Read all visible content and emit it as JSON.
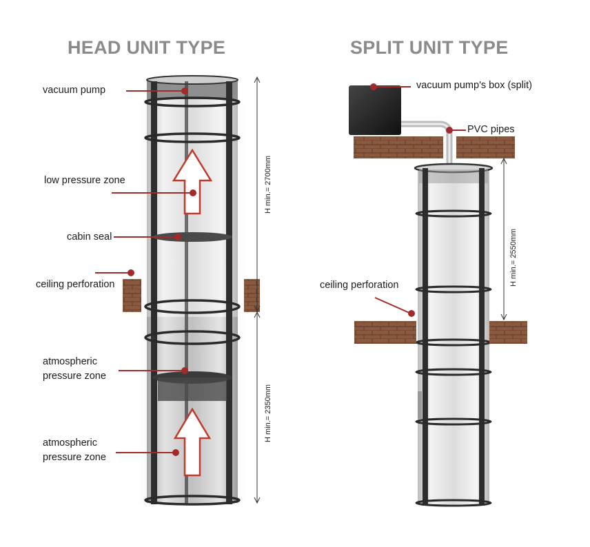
{
  "titles": {
    "head_unit": "HEAD UNIT TYPE",
    "split_unit": "SPLIT UNIT TYPE"
  },
  "head_unit": {
    "labels": {
      "vacuum_pump": "vacuum pump",
      "low_pressure_zone": "low pressure zone",
      "cabin_seal": "cabin seal",
      "ceiling_perforation": "ceiling perforation",
      "atmospheric_zone_1": "atmospheric\npressure zone",
      "atmospheric_zone_2": "atmospheric\npressure zone"
    },
    "dimensions": {
      "upper": "H min.= 2700mm",
      "lower": "H min.= 2350mm"
    }
  },
  "split_unit": {
    "labels": {
      "pump_box": "vacuum pump's box (split)",
      "pvc_pipes": "PVC pipes",
      "ceiling_perforation": "ceiling perforation"
    },
    "dimensions": {
      "height": "H min.= 2550mm"
    }
  },
  "colors": {
    "callout": "#a32a2a",
    "title": "#8a8a8a",
    "brick": "#8a5a40",
    "frame": "#2e2e2e",
    "arrow_outline": "#c0392b"
  }
}
